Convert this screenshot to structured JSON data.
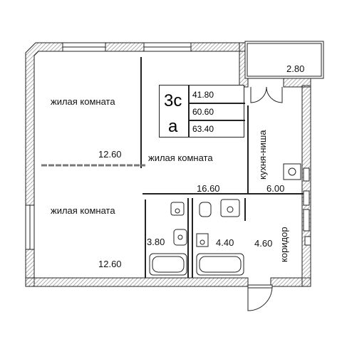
{
  "plan": {
    "type_code": "3с",
    "type_letter": "а",
    "areas": {
      "living": "41.80",
      "total": "60.60",
      "with_balcony": "63.40"
    },
    "rooms": {
      "living_1": {
        "name": "жилая комната",
        "area": "12.60"
      },
      "living_2": {
        "name": "жилая комната",
        "area": "16.60"
      },
      "living_3": {
        "name": "жилая комната",
        "area": "12.60"
      },
      "kitchen": {
        "name": "кухня-ниша",
        "area": "6.00"
      },
      "corridor": {
        "name": "коридор",
        "area": "4.60"
      },
      "bath_1": {
        "area": "3.80"
      },
      "bath_2": {
        "area": "4.40"
      },
      "balcony": {
        "area": "2.80"
      }
    },
    "colors": {
      "wall": "#9a9a9a",
      "line": "#222222",
      "hatch": "#bbbbbb"
    }
  }
}
